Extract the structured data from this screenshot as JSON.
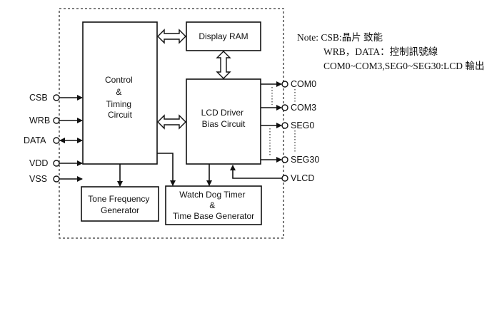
{
  "blocks": {
    "control": [
      "Control",
      "&",
      "Timing",
      "Circuit"
    ],
    "display_ram": "Display RAM",
    "lcd_driver": [
      "LCD Driver",
      "Bias Circuit"
    ],
    "tone": [
      "Tone Frequency",
      "Generator"
    ],
    "watchdog": [
      "Watch Dog Timer",
      "&",
      "Time Base Generator"
    ]
  },
  "pins_left": [
    "CSB",
    "WRB",
    "DATA",
    "VDD",
    "VSS"
  ],
  "pins_right": [
    "COM0",
    "COM3",
    "SEG0",
    "SEG30",
    "VLCD"
  ],
  "note": {
    "line1": "Note: CSB:晶片 致能",
    "line2": "WRB，DATA：控制訊號線",
    "line3": "COM0~COM3,SEG0~SEG30:LCD  輸出"
  }
}
